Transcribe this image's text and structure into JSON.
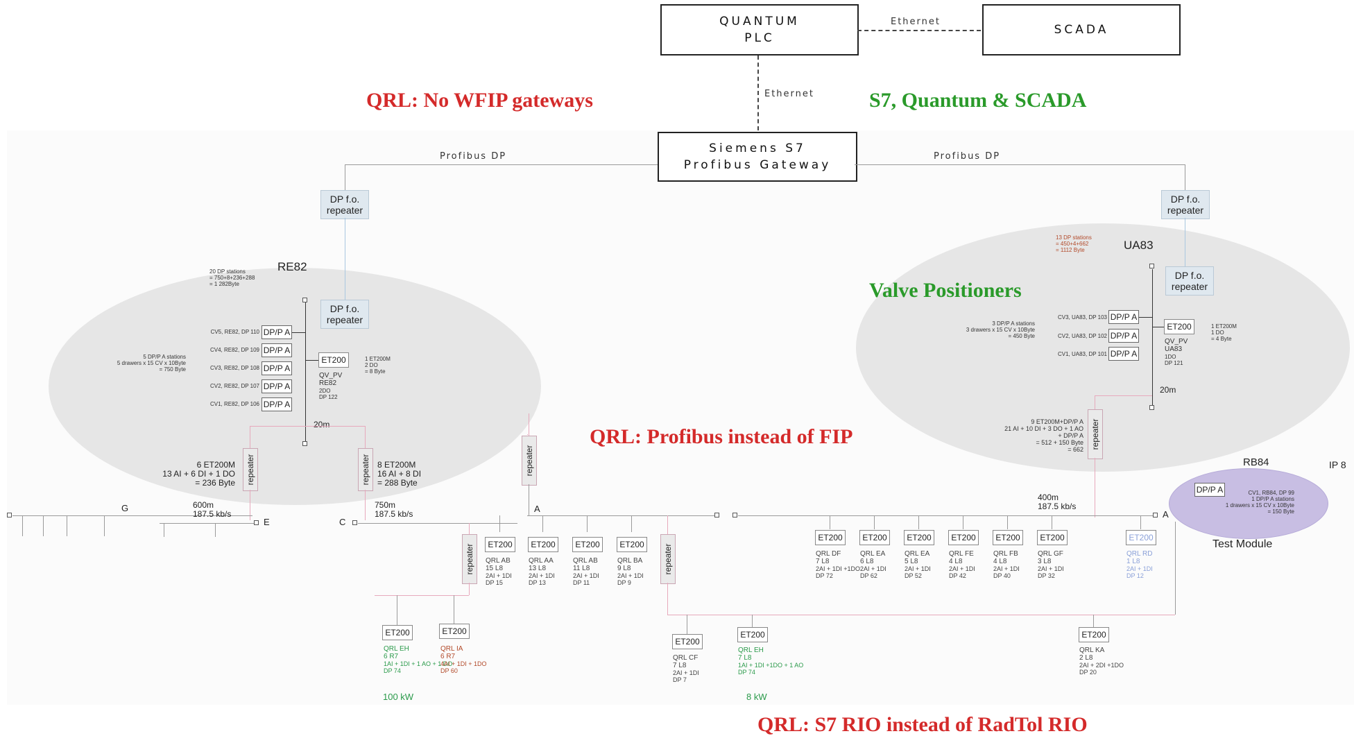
{
  "top": {
    "quantum_plc": "QUANTUM\nPLC",
    "scada": "SCADA",
    "ethernet_h": "Ethernet",
    "ethernet_v": "Ethernet",
    "gateway": "Siemens S7\nProfibus Gateway",
    "profibus_left": "Profibus DP",
    "profibus_right": "Profibus DP"
  },
  "annotations": {
    "no_wfip": "QRL: No WFIP gateways",
    "s7_quantum": "S7, Quantum & SCADA",
    "valve_positioners": "Valve Positioners",
    "profibus_instead": "QRL: Profibus instead of FIP",
    "s7_rio": "QRL: S7 RIO instead of RadTol RIO"
  },
  "left_zone": {
    "repeater_top": "DP f.o.\nrepeater",
    "name": "RE82",
    "stations_info": "20 DP stations\n= 750+8+236+288\n= 1 282Byte",
    "repeater_inner": "DP f.o.\nrepeater",
    "dppa_label": "DP/P A",
    "cv_rows": [
      {
        "label": "CV5,  RE82,",
        "dp": "DP 110"
      },
      {
        "label": "CV4,  RE82,",
        "dp": "DP 109"
      },
      {
        "label": "CV3,  RE82,",
        "dp": "DP 108"
      },
      {
        "label": "CV2,  RE82,",
        "dp": "DP 107"
      },
      {
        "label": "CV1,  RE82,",
        "dp": "DP 106"
      }
    ],
    "dppa_info": "5 DP/P A stations\n5 drawers x 15 CV x 10Byte\n= 750 Byte",
    "et200": "ET200",
    "et200_info": "1 ET200M\n2 DO\n= 8 Byte",
    "qv_pv": "QV_PV\nRE82",
    "qv_pv_small": "2DO\nDP 122",
    "dist_20m": "20m",
    "branch1": "6 ET200M\n13 AI + 6 DI + 1 DO\n= 236 Byte",
    "branch2": "8 ET200M\n16 AI + 8 DI\n= 288 Byte"
  },
  "right_zone": {
    "repeater_top": "DP f.o.\nrepeater",
    "name": "UA83",
    "stations_info": "13 DP stations\n= 450+4+662\n= 1112 Byte",
    "repeater_inner": "DP f.o.\nrepeater",
    "dppa_label": "DP/P A",
    "cv_rows": [
      {
        "label": "CV3,  UA83,",
        "dp": "DP 103"
      },
      {
        "label": "CV2,  UA83,",
        "dp": "DP 102"
      },
      {
        "label": "CV1,  UA83,",
        "dp": "DP 101"
      }
    ],
    "dppa_info": "3 DP/P A stations\n3 drawers x 15 CV x 10Byte\n= 450 Byte",
    "et200": "ET200",
    "et200_info": "1 ET200M\n1 DO\n= 4 Byte",
    "qv_pv": "QV_PV\nUA83",
    "qv_pv_small": "1DO\nDP 121",
    "dist_20m": "20m",
    "branch_info": "9 ET200M+DP/P A\n21 AI + 10 DI + 3 DO + 1 AO\n+ DP/P A\n= 512 + 150 Byte\n= 662"
  },
  "rb84": {
    "name": "RB84",
    "ip": "IP 8",
    "dppa": "DP/P A",
    "info": "CV1,  RB84,  DP 99\n1 DP/P A stations\n1 drawers x 15 CV x 10Byte\n= 150 Byte",
    "test_module": "Test Module"
  },
  "bus": {
    "repeater": "repeater",
    "g": "G",
    "e": "E",
    "c": "C",
    "a_left": "A",
    "a_right": "A",
    "d600": "600m\n187.5  kb/s",
    "d750": "750m\n187.5  kb/s",
    "d400": "400m\n187.5  kb/s"
  },
  "stations_mid": [
    {
      "et": "ET200",
      "name": "QRL  AB",
      "sub": "15 L8",
      "io": "2AI + 1DI\nDP 15"
    },
    {
      "et": "ET200",
      "name": "QRL  AA",
      "sub": "13 L8",
      "io": "2AI + 1DI\nDP 13"
    },
    {
      "et": "ET200",
      "name": "QRL  AB",
      "sub": "11 L8",
      "io": "2AI + 1DI\nDP 11"
    },
    {
      "et": "ET200",
      "name": "QRL  BA",
      "sub": "9 L8",
      "io": "2AI + 1DI\nDP 9"
    }
  ],
  "stations_right": [
    {
      "et": "ET200",
      "name": "QRL  DF",
      "sub": "7 L8",
      "io": "2AI + 1DI +1DO\nDP 72"
    },
    {
      "et": "ET200",
      "name": "QRL  EA",
      "sub": "6 L8",
      "io": "2AI + 1DI\nDP 62"
    },
    {
      "et": "ET200",
      "name": "QRL  EA",
      "sub": "5 L8",
      "io": "2AI + 1DI\nDP 52"
    },
    {
      "et": "ET200",
      "name": "QRL  FE",
      "sub": "4 L8",
      "io": "2AI + 1DI\nDP 42"
    },
    {
      "et": "ET200",
      "name": "QRL  FB",
      "sub": "4 L8",
      "io": "2AI + 1DI\nDP 40"
    },
    {
      "et": "ET200",
      "name": "QRL  GF",
      "sub": "3 L8",
      "io": "2AI + 1DI\nDP 32"
    },
    {
      "et": "ET200",
      "name": "QRL  RD",
      "sub": "1 L8",
      "io": "2AI + 1DI\nDP 12"
    }
  ],
  "stations_bottom": [
    {
      "et": "ET200",
      "name": "QRL  EH",
      "sub": "6 R7",
      "io": "1AI + 1DI + 1 AO + 1 DO\nDP 74"
    },
    {
      "et": "ET200",
      "name": "QRL  IA",
      "sub": "6 R7",
      "io": "4AI + 1DI + 1DO\nDP 60"
    },
    {
      "et": "ET200",
      "name": "QRL  CF",
      "sub": "7 L8",
      "io": "2AI + 1DI\nDP 7"
    },
    {
      "et": "ET200",
      "name": "QRL  EH",
      "sub": "7 L8",
      "io": "1AI + 1DI +1DO + 1 AO\nDP 74"
    },
    {
      "et": "ET200",
      "name": "QRL  KA",
      "sub": "2 L8",
      "io": "2AI + 2DI +1DO\nDP 20"
    }
  ],
  "power": {
    "p100": "100 kW",
    "p8": "8 kW"
  },
  "colors": {
    "red": "#d42a2a",
    "green": "#2a9a2a",
    "pink_line": "#e7a9bc",
    "blue_line": "#a9c7df",
    "ellipse": "#e6e6e6",
    "test_module": "#c8bee3"
  }
}
